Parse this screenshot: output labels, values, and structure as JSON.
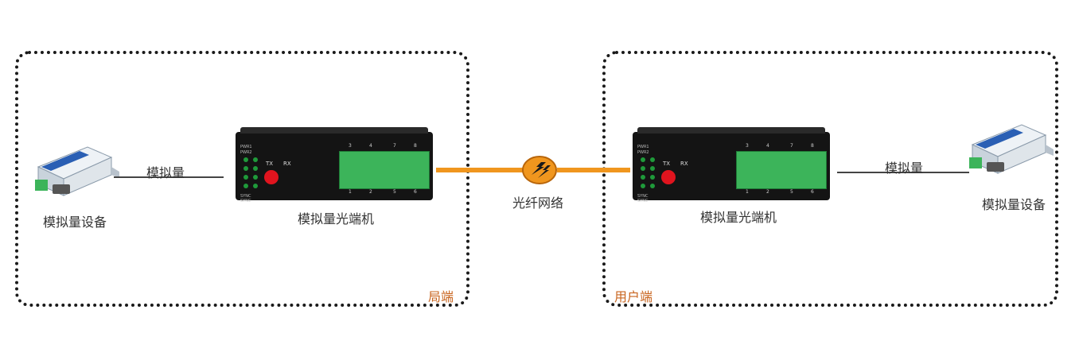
{
  "colors": {
    "fiber": "#f0961e",
    "zone_label": "#c8641e",
    "device_body": "#141414",
    "terminal": "#3cb45a",
    "tx_led": "#e0141e"
  },
  "left_zone": {
    "label": "局端"
  },
  "right_zone": {
    "label": "用户端"
  },
  "left": {
    "device_label": "模拟量设备",
    "link_label": "模拟量",
    "converter_label": "模拟量光端机"
  },
  "right": {
    "device_label": "模拟量设备",
    "link_label": "模拟量",
    "converter_label": "模拟量光端机"
  },
  "network": {
    "label": "光纤网络",
    "icon": "fiber-network-icon"
  },
  "converter_panel": {
    "tx": "TX",
    "rx": "RX",
    "leds": [
      "PWR1",
      "PWR2",
      "",
      "",
      "SYNC",
      "SYNC"
    ],
    "top_ports": [
      "3",
      "4",
      "7",
      "8"
    ],
    "bottom_ports": [
      "1",
      "2",
      "5",
      "6"
    ]
  }
}
